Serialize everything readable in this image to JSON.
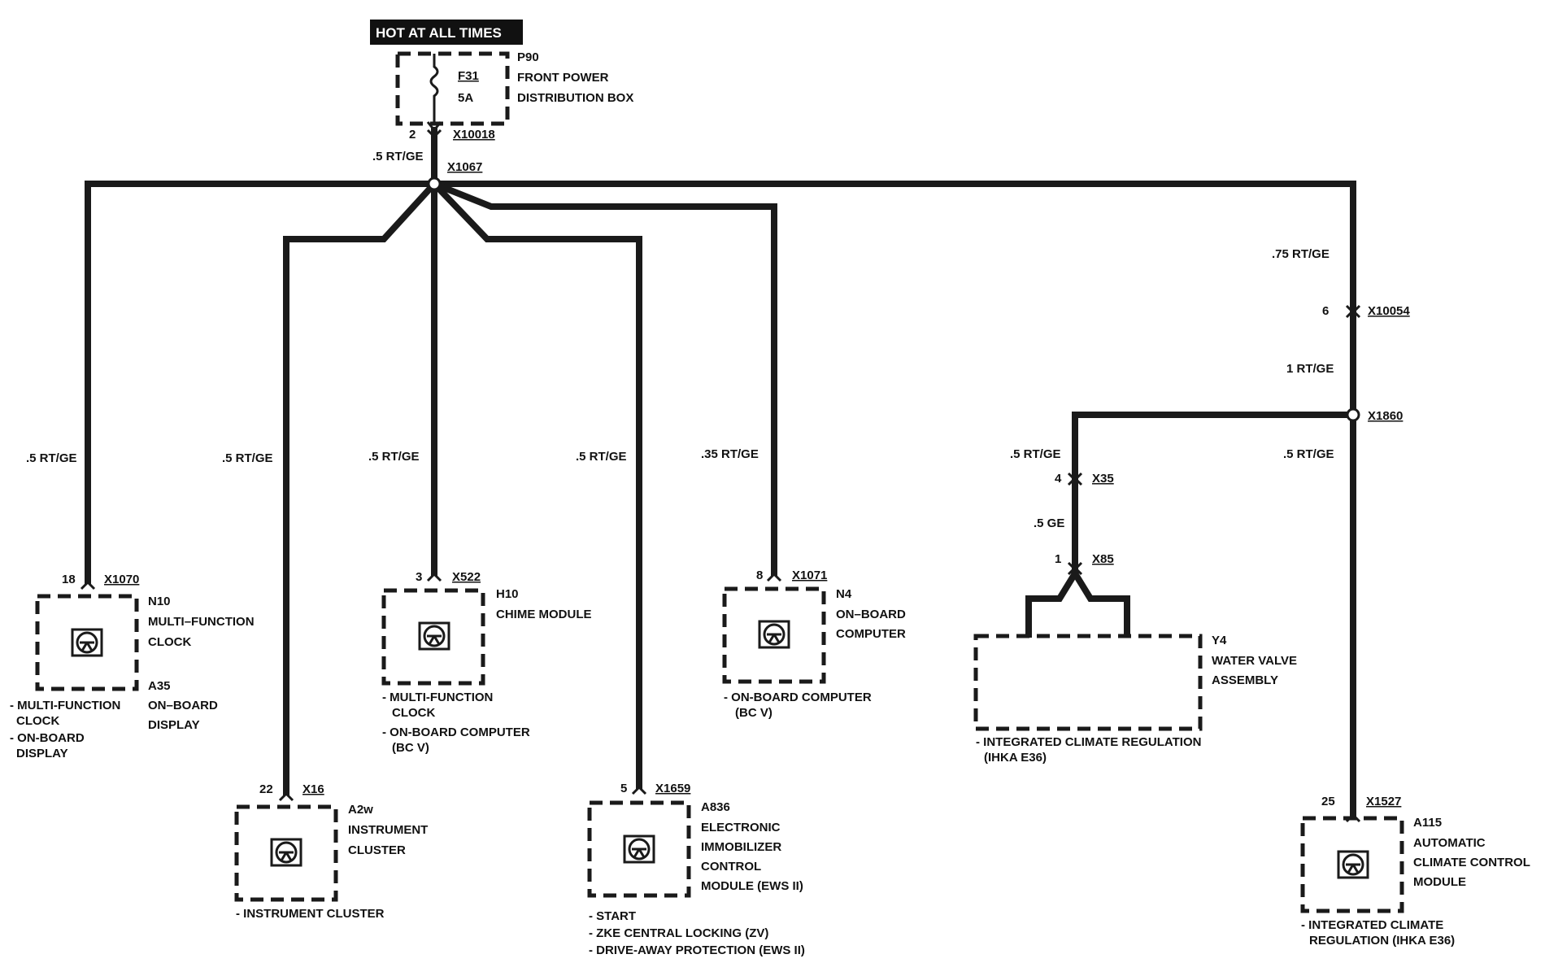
{
  "header": {
    "hot_label": "HOT AT ALL TIMES"
  },
  "fuse_box": {
    "id": "P90",
    "name_line1": "FRONT POWER",
    "name_line2": "DISTRIBUTION BOX",
    "fuse_id": "F31",
    "fuse_rating": "5A",
    "pin": "2",
    "connector": "X10018"
  },
  "main_wire": {
    "gauge": ".5 RT/GE",
    "splice": "X1067"
  },
  "branches": {
    "n10": {
      "wire": ".5 RT/GE",
      "pin": "18",
      "connector": "X1070"
    },
    "a2w": {
      "wire": ".5 RT/GE",
      "pin": "22",
      "connector": "X16"
    },
    "h10": {
      "wire": ".5 RT/GE",
      "pin": "3",
      "connector": "X522"
    },
    "a8": {
      "wire": ".5 RT/GE",
      "pin": "5",
      "connector": "X1659"
    },
    "n4": {
      "wire": ".35 RT/GE",
      "pin": "8",
      "connector": "X1071"
    },
    "right": {
      "wire_top": ".75 RT/GE",
      "pin_a": "6",
      "connector_a": "X10054",
      "wire_mid": "1 RT/GE",
      "splice": "X1860",
      "wire_a115": ".5 RT/GE",
      "pin_a115": "25",
      "connector_a115": "X1527"
    },
    "y4": {
      "wire_top": ".5 RT/GE",
      "pin_a": "4",
      "connector_a": "X35",
      "wire_mid": ".5 GE",
      "pin_b": "1",
      "connector_b": "X85"
    }
  },
  "components": {
    "n10": {
      "id": "N10",
      "name_line1": "MULTI–FUNCTION",
      "name_line2": "CLOCK",
      "alt_id": "A35",
      "alt_line1": "ON–BOARD",
      "alt_line2": "DISPLAY",
      "ref1_line1": "- MULTI-FUNCTION",
      "ref1_line2": "CLOCK",
      "ref2_line1": "- ON-BOARD",
      "ref2_line2": "DISPLAY"
    },
    "a2w": {
      "id": "A2w",
      "name_line1": "INSTRUMENT",
      "name_line2": "CLUSTER",
      "ref1": "- INSTRUMENT CLUSTER"
    },
    "h10": {
      "id": "H10",
      "name_line1": "CHIME MODULE",
      "ref1_line1": "- MULTI-FUNCTION",
      "ref1_line2": "CLOCK",
      "ref2_line1": "- ON-BOARD COMPUTER",
      "ref2_line2": "(BC V)"
    },
    "a8": {
      "id": "A836",
      "name_line1": "ELECTRONIC",
      "name_line2": "IMMOBILIZER",
      "name_line3": "CONTROL",
      "name_line4": "MODULE (EWS II)",
      "ref1": "- START",
      "ref2": "- ZKE CENTRAL LOCKING (ZV)",
      "ref3": "- DRIVE-AWAY PROTECTION (EWS II)"
    },
    "n4": {
      "id": "N4",
      "name_line1": "ON–BOARD",
      "name_line2": "COMPUTER",
      "ref1_line1": "- ON-BOARD COMPUTER",
      "ref1_line2": "(BC V)"
    },
    "y4": {
      "id": "Y4",
      "name_line1": "WATER VALVE",
      "name_line2": "ASSEMBLY",
      "ref1_line1": "- INTEGRATED CLIMATE REGULATION",
      "ref1_line2": "(IHKA E36)"
    },
    "a115": {
      "id": "A115",
      "name_line1": "AUTOMATIC",
      "name_line2": "CLIMATE CONTROL",
      "name_line3": "MODULE",
      "ref1_line1": "- INTEGRATED CLIMATE",
      "ref1_line2": "REGULATION (IHKA E36)"
    }
  },
  "icons": {
    "module": "ground-symbol-icon",
    "fuse": "fuse-icon",
    "pin": "connector-pin-icon",
    "splice": "splice-node-icon"
  }
}
